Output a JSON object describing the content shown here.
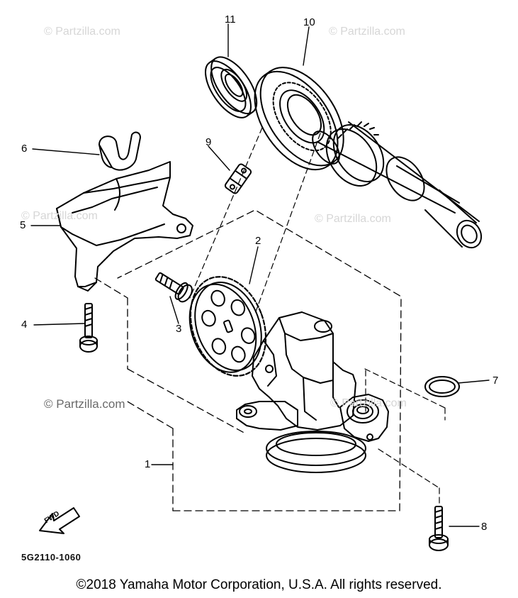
{
  "watermarks": {
    "w1": "© Partzilla.com",
    "w2": "© Partzilla.com",
    "w3": "© Partzilla.com",
    "w4": "© Partzilla.com",
    "w5": "© Partzilla.com",
    "w6": "© Partzilla.com"
  },
  "callouts": {
    "c1": "1",
    "c2": "2",
    "c3": "3",
    "c4": "4",
    "c5": "5",
    "c6": "6",
    "c7": "7",
    "c8": "8",
    "c9": "9",
    "c10": "10",
    "c11": "11"
  },
  "fwd_label": "FWD",
  "part_code": "5G2110-1060",
  "copyright": "©2018 Yamaha Motor Corporation, U.S.A. All rights reserved."
}
